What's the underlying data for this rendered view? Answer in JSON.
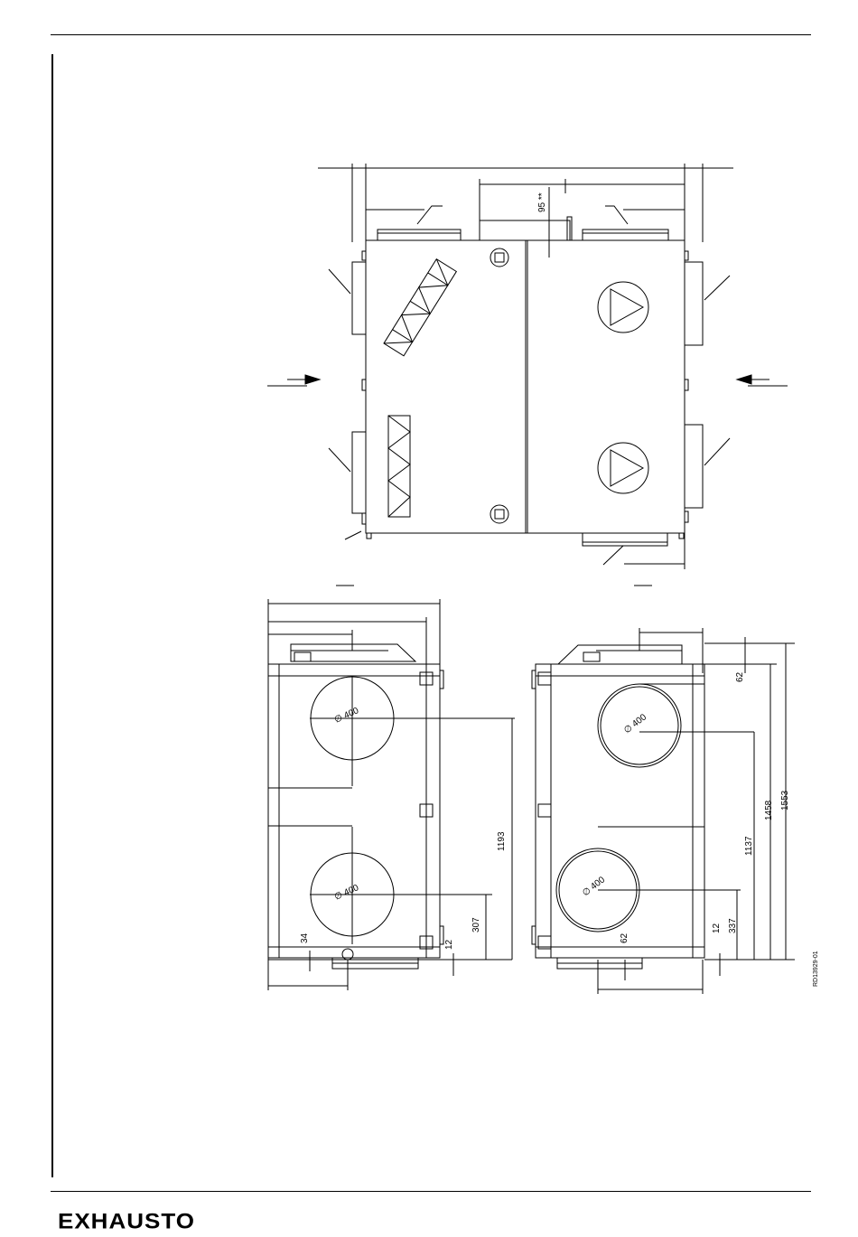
{
  "brand": {
    "logo_text": "EXHAUSTO"
  },
  "drawing": {
    "code": "RD13929-01",
    "top_view": {
      "dim_95": "95 **"
    },
    "front_view": {
      "duct_upper_label": "∅ 400",
      "duct_lower_label": "∅ 400",
      "dim_1193": "1193",
      "dim_307": "307",
      "dim_34": "34",
      "dim_12": "12"
    },
    "side_view": {
      "duct_upper_label": "∅ 400",
      "duct_lower_label": "∅ 400",
      "dim_62_top": "62",
      "dim_62_bottom": "62",
      "dim_1553": "1553",
      "dim_1458": "1458",
      "dim_1137": "1137",
      "dim_337": "337",
      "dim_12": "12"
    }
  }
}
